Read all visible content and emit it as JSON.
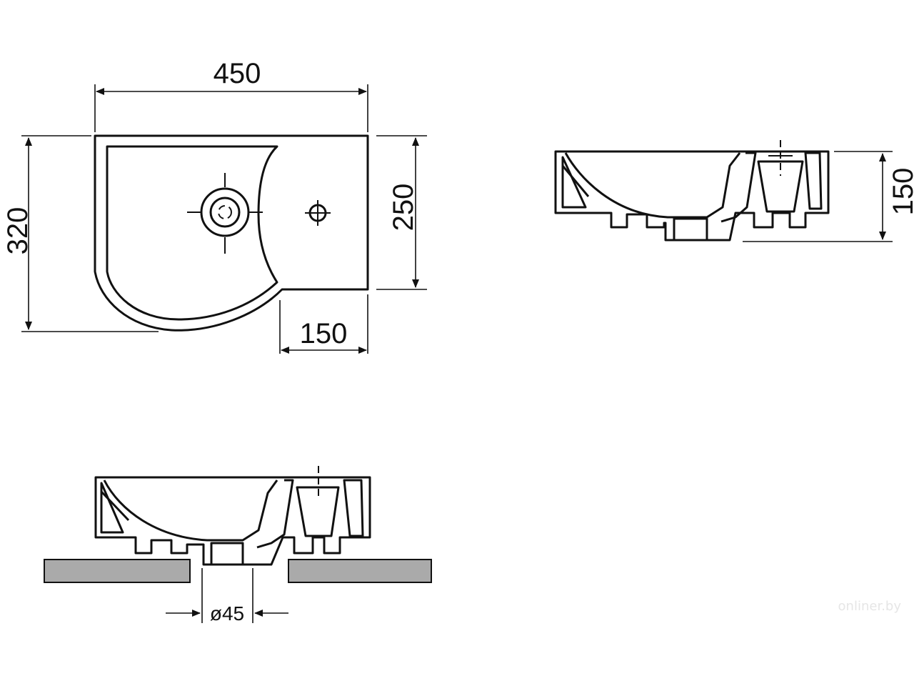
{
  "dimensions": {
    "width_overall": "450",
    "depth_overall": "320",
    "depth_body": "250",
    "wing_width": "150",
    "height": "150",
    "drain_diameter": "ø45"
  },
  "watermark": "onliner.by"
}
